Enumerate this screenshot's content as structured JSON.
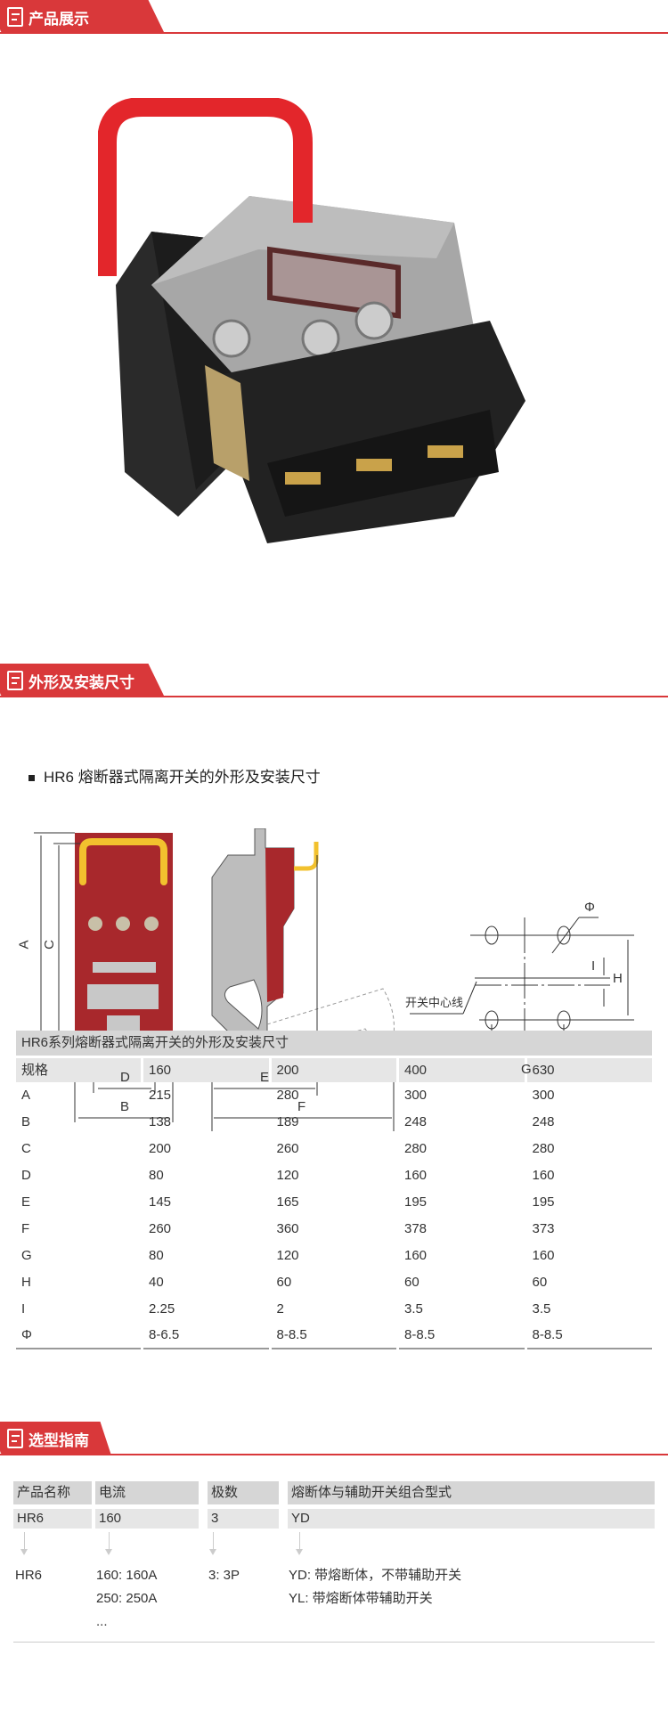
{
  "sections": {
    "product": {
      "title": "产品展示"
    },
    "dimensions": {
      "title": "外形及安装尺寸"
    },
    "selection": {
      "title": "选型指南"
    }
  },
  "diagram": {
    "subtitle": "HR6 熔断器式隔离开关的外形及安装尺寸",
    "labels": {
      "A": "A",
      "B": "B",
      "C": "C",
      "D": "D",
      "E": "E",
      "F": "F",
      "G": "G",
      "H": "H",
      "I": "I",
      "phi": "Φ",
      "centerline": "开关中心线"
    }
  },
  "dim_table": {
    "title": "HR6系列熔断器式隔离开关的外形及安装尺寸",
    "headers": [
      "规格",
      "160",
      "200",
      "400",
      "630"
    ],
    "rows": [
      [
        "A",
        "215",
        "280",
        "300",
        "300"
      ],
      [
        "B",
        "138",
        "189",
        "248",
        "248"
      ],
      [
        "C",
        "200",
        "260",
        "280",
        "280"
      ],
      [
        "D",
        "80",
        "120",
        "160",
        "160"
      ],
      [
        "E",
        "145",
        "165",
        "195",
        "195"
      ],
      [
        "F",
        "260",
        "360",
        "378",
        "373"
      ],
      [
        "G",
        "80",
        "120",
        "160",
        "160"
      ],
      [
        "H",
        "40",
        "60",
        "60",
        "60"
      ],
      [
        "I",
        "2.25",
        "2",
        "3.5",
        "3.5"
      ],
      [
        "Φ",
        "8-6.5",
        "8-8.5",
        "8-8.5",
        "8-8.5"
      ]
    ]
  },
  "selection": {
    "headers": [
      "产品名称",
      "电流",
      "极数",
      "熔断体与辅助开关组合型式"
    ],
    "values": [
      "HR6",
      "160",
      "3",
      "YD"
    ],
    "explain": {
      "name": [
        "HR6"
      ],
      "current": [
        "160: 160A",
        "250: 250A",
        "..."
      ],
      "poles": [
        "3: 3P"
      ],
      "type": [
        "YD: 带熔断体，不带辅助开关",
        "YL: 带熔断体带辅助开关"
      ]
    }
  },
  "colors": {
    "accent": "#d9383a",
    "handle": "#e3262b",
    "body": "#9a9a9a",
    "diagram_red": "#a8282c",
    "diagram_yellow": "#f2c12e"
  }
}
